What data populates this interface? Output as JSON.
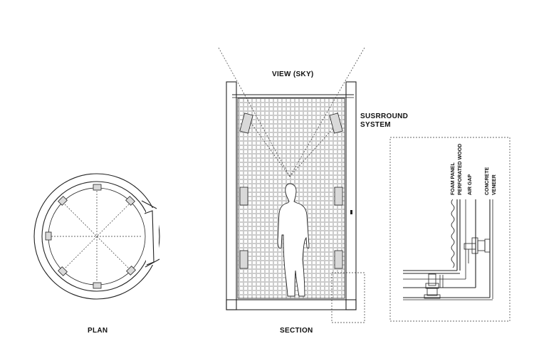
{
  "labels": {
    "plan": "PLAN",
    "section": "SECTION",
    "view": "VIEW (SKY)",
    "surround_line1": "SUSRROUND",
    "surround_line2": "SYSTEM"
  },
  "detail_layers": [
    "FOAM PANEL",
    "PERFORATED WOOD",
    "AIR GAP",
    "CONCRETE",
    "VENEER"
  ],
  "icons": [
    "speaker-icon",
    "human-figure-icon"
  ],
  "colors": {
    "line": "#222222",
    "panel_fill": "#d9d9d9",
    "background": "#ffffff"
  }
}
